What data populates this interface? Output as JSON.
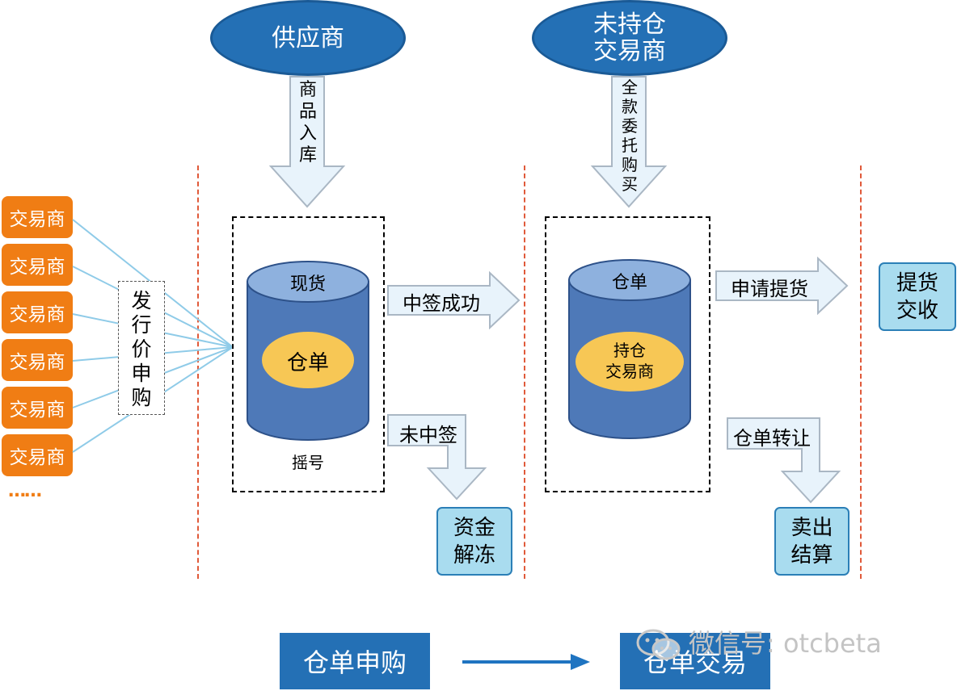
{
  "supplier": "供应商",
  "non_holding_trader": "未持仓\n交易商",
  "arrow_goods_in": "商品入库",
  "arrow_full_payment": "全款委托购买",
  "traders": [
    "交易商",
    "交易商",
    "交易商",
    "交易商",
    "交易商",
    "交易商"
  ],
  "ellipsis": "……",
  "issue_price_subscribe": "发行价申购",
  "cylinder1": {
    "top": "现货",
    "center": "仓单",
    "caption": "摇号"
  },
  "cylinder2": {
    "top": "仓单",
    "center": "持仓\n交易商"
  },
  "arrow_win": "中签成功",
  "arrow_lose": "未中签",
  "arrow_apply_delivery": "申请提货",
  "arrow_transfer": "仓单转让",
  "result_unfreeze": "资金\n解冻",
  "result_delivery": "提货\n交收",
  "result_settlement": "卖出\n结算",
  "bottom_left": "仓单申购",
  "bottom_right": "仓单交易",
  "watermark": "微信号: otcbeta"
}
